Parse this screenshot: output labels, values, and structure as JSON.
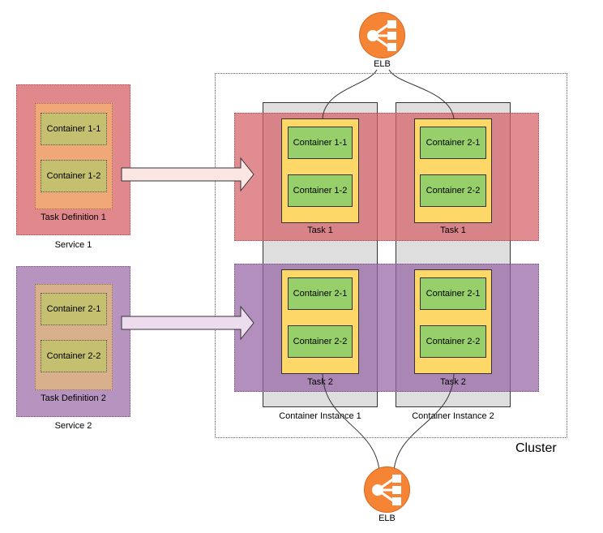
{
  "elb_top": {
    "label": "ELB"
  },
  "elb_bottom": {
    "label": "ELB"
  },
  "cluster": {
    "label": "Cluster"
  },
  "services": [
    {
      "label": "Service 1",
      "task_definition": "Task Definition 1",
      "containers": [
        "Container 1-1",
        "Container 1-2"
      ]
    },
    {
      "label": "Service 2",
      "task_definition": "Task Definition 2",
      "containers": [
        "Container 2-1",
        "Container 2-2"
      ]
    }
  ],
  "container_instances": [
    {
      "label": "Container Instance 1"
    },
    {
      "label": "Container Instance 2"
    }
  ],
  "tasks": {
    "row1": [
      {
        "label": "Task 1",
        "containers": [
          "Container 1-1",
          "Container 1-2"
        ]
      },
      {
        "label": "Task 1",
        "containers": [
          "Container 2-1",
          "Container 2-2"
        ]
      }
    ],
    "row2": [
      {
        "label": "Task 2",
        "containers": [
          "Container 2-1",
          "Container 2-2"
        ]
      },
      {
        "label": "Task 2",
        "containers": [
          "Container 2-1",
          "Container 2-2"
        ]
      }
    ]
  },
  "colors": {
    "service1_fill": "#e0888c",
    "service2_fill": "#b794c0",
    "task_def1_fill": "#f0a878",
    "task_def2_fill": "#d8b08c",
    "container_def_fill": "#c4c070",
    "task_fill": "#fdd869",
    "container_fill": "#97d06a",
    "instance_fill": "#dedede",
    "elb_fill": "#f58534"
  }
}
